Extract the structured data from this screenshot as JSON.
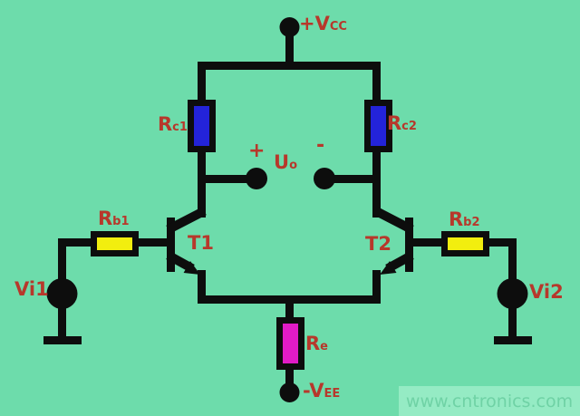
{
  "colors": {
    "background": "#6ddcab",
    "wire": "#0d0d0d",
    "collector_resistor_fill": "#2323d9",
    "base_resistor_fill": "#f2ee0e",
    "emitter_resistor_fill": "#e11bc6",
    "label_text": "#b7382b",
    "watermark_band": "#95ebc4",
    "watermark_text": "#6fd2a5"
  },
  "components": {
    "vcc": {
      "main": "+V",
      "sub": "CC"
    },
    "vee": {
      "main": "-V",
      "sub": "EE"
    },
    "rc1": {
      "main": "R",
      "sub": "c1"
    },
    "rc2": {
      "main": "R",
      "sub": "c2"
    },
    "rb1": {
      "main": "R",
      "sub": "b1"
    },
    "rb2": {
      "main": "R",
      "sub": "b2"
    },
    "re": {
      "main": "R",
      "sub": "e"
    },
    "uo": {
      "main": "U",
      "sub": "o",
      "plus": "+",
      "minus": "-"
    },
    "t1": "T1",
    "t2": "T2",
    "vi1": "Vi1",
    "vi2": "Vi2"
  },
  "watermark": {
    "text": "www.cntronics.com"
  }
}
